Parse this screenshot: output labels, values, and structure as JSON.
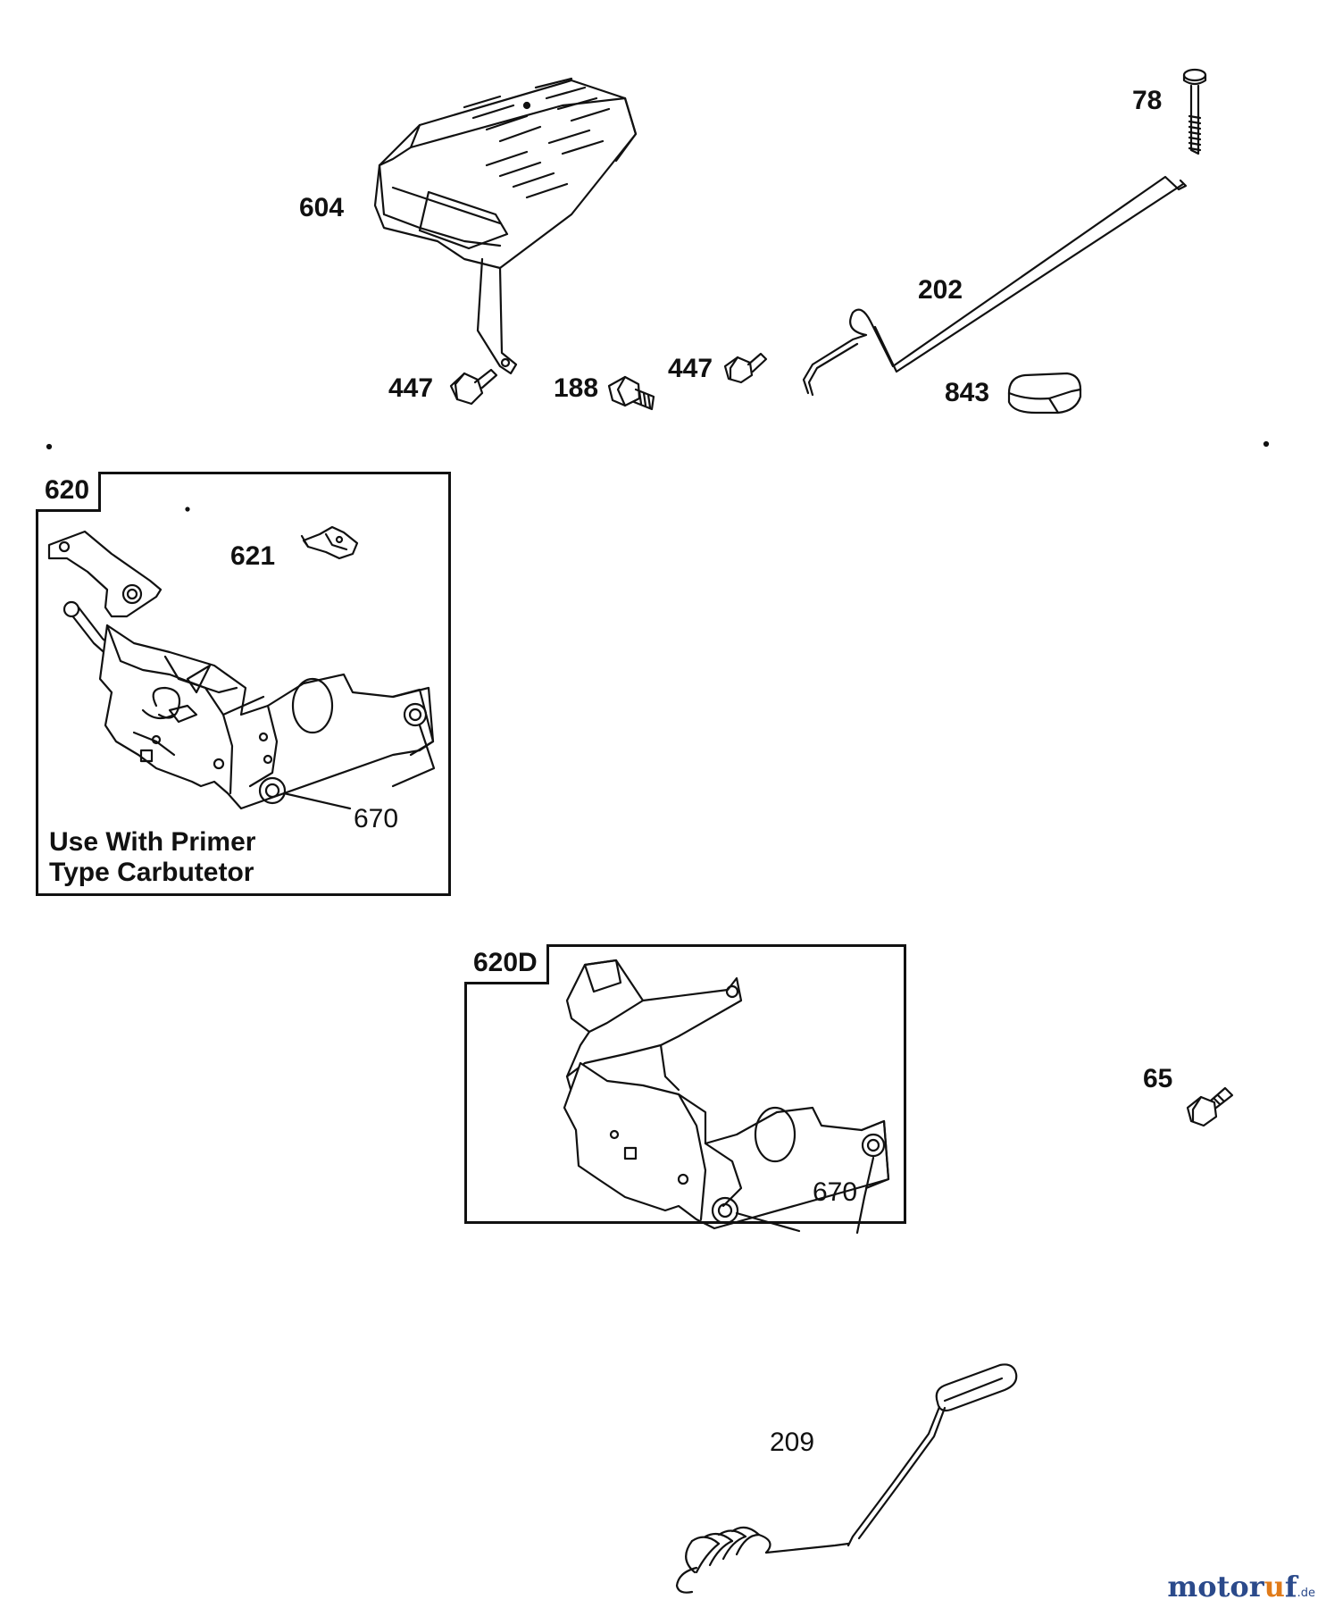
{
  "labels": {
    "p604": "604",
    "p78": "78",
    "p202": "202",
    "p447a": "447",
    "p188": "188",
    "p447b": "447",
    "p843": "843",
    "p621": "621",
    "p670a": "670",
    "p670b": "670",
    "p65": "65",
    "p209": "209"
  },
  "box620": {
    "tag": "620",
    "note_line1": "Use With Primer",
    "note_line2": "Type Carbutetor"
  },
  "box620d": {
    "tag": "620D"
  },
  "watermark": {
    "prefix": "motor",
    "accent": "u",
    "suffix": "f",
    "tld": ".de"
  },
  "colors": {
    "ink": "#111111",
    "brand_blue": "#2b4a8b",
    "brand_orange": "#e07b1a"
  }
}
